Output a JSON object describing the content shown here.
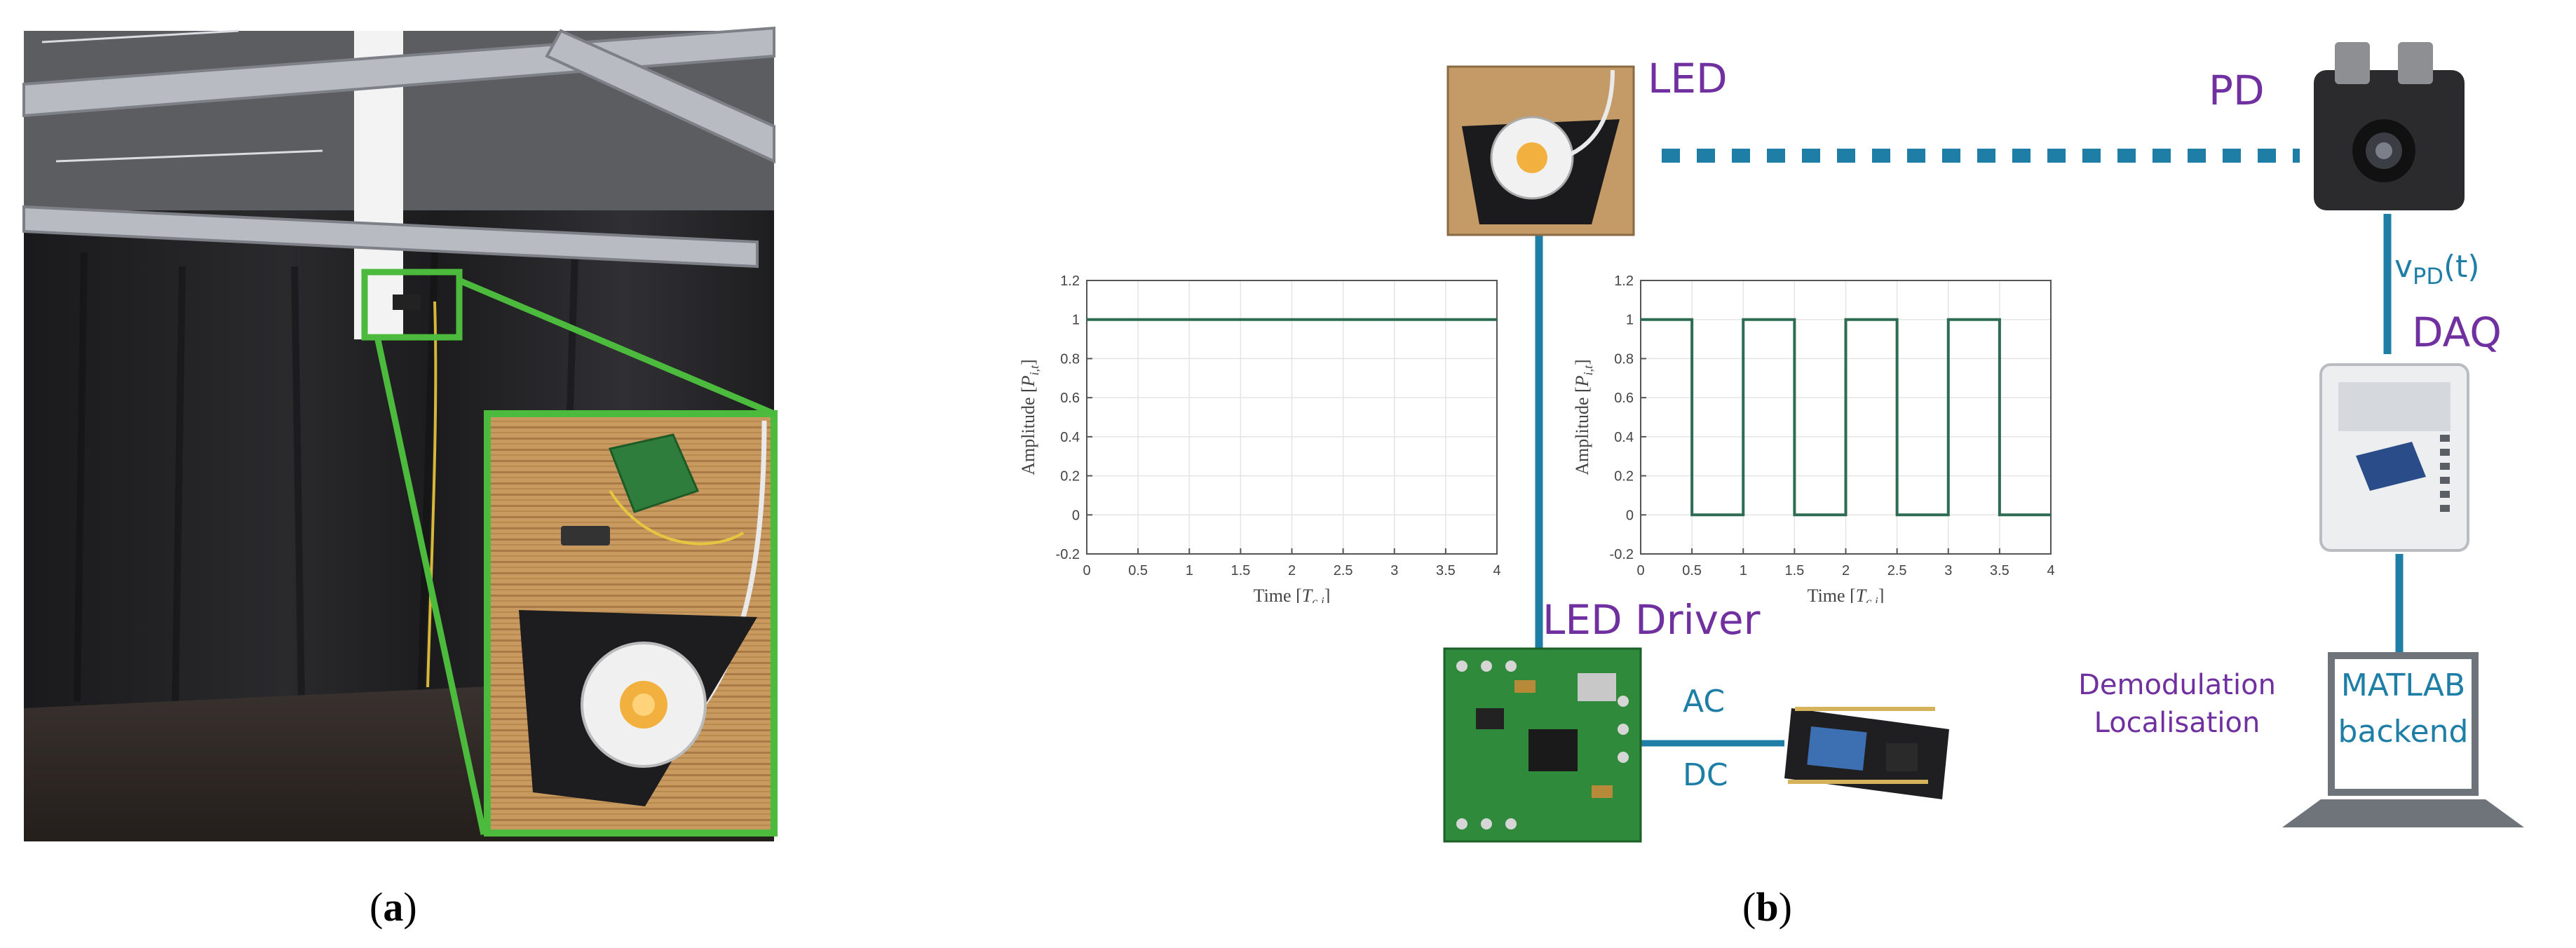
{
  "panel_a": {
    "label_pre": "(",
    "label_letter": "a",
    "label_post": ")"
  },
  "panel_b": {
    "label_pre": "(",
    "label_letter": "b",
    "label_post": ")"
  },
  "labels": {
    "led": "LED",
    "pd": "PD",
    "daq": "DAQ",
    "led_driver": "LED Driver",
    "vpd_v": "v",
    "vpd_sub": "PD",
    "vpd_t": "(t)",
    "ac": "AC",
    "dc": "DC",
    "demodulation": "Demodulation",
    "localisation": "Localisation",
    "matlab_line1": "MATLAB",
    "matlab_line2": "backend"
  },
  "colors": {
    "purple": "#7030a0",
    "teal": "#1f7ea6",
    "inset_green": "#4cbb3d",
    "plot_line": "#2e6b53"
  },
  "chart_data": [
    {
      "type": "line",
      "ylabel": "Amplitude [P_{i,t}]",
      "xlabel": "Time [T_{c,i}]",
      "xlim": [
        0,
        4
      ],
      "ylim": [
        -0.2,
        1.2
      ],
      "xticks": [
        "0",
        "0.5",
        "1",
        "1.5",
        "2",
        "2.5",
        "3",
        "3.5",
        "4"
      ],
      "yticks": [
        "-0.2",
        "0",
        "0.2",
        "0.4",
        "0.6",
        "0.8",
        "1",
        "1.2"
      ],
      "grid": true,
      "series": [
        {
          "x": [
            0,
            4
          ],
          "y": [
            1,
            1
          ]
        }
      ]
    },
    {
      "type": "line",
      "ylabel": "Amplitude [P_{i,t}]",
      "xlabel": "Time [T_{c,i}]",
      "xlim": [
        0,
        4
      ],
      "ylim": [
        -0.2,
        1.2
      ],
      "xticks": [
        "0",
        "0.5",
        "1",
        "1.5",
        "2",
        "2.5",
        "3",
        "3.5",
        "4"
      ],
      "yticks": [
        "-0.2",
        "0",
        "0.2",
        "0.4",
        "0.6",
        "0.8",
        "1",
        "1.2"
      ],
      "grid": true,
      "series": [
        {
          "x": [
            0,
            0.5,
            0.5,
            1,
            1,
            1.5,
            1.5,
            2,
            2,
            2.5,
            2.5,
            3,
            3,
            3.5,
            3.5,
            4
          ],
          "y": [
            1,
            1,
            0,
            0,
            1,
            1,
            0,
            0,
            1,
            1,
            0,
            0,
            1,
            1,
            0,
            0
          ]
        }
      ]
    }
  ]
}
